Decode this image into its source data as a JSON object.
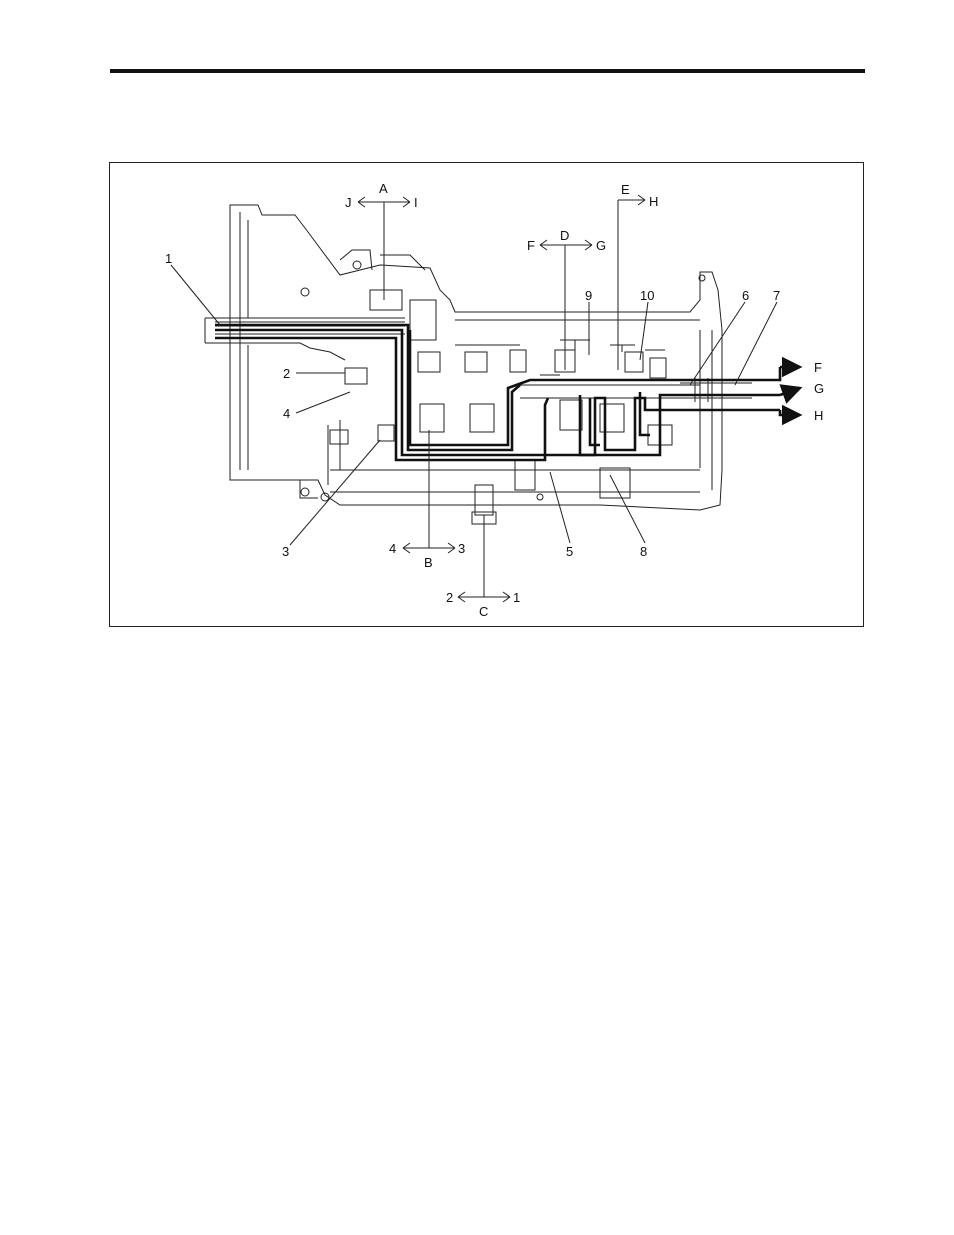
{
  "callouts": {
    "c1": "1",
    "c2": "2",
    "c3": "3",
    "c4": "4",
    "c5": "5",
    "c6": "6",
    "c7": "7",
    "c8": "8",
    "c9": "9",
    "c10": "10"
  },
  "selectors": {
    "A": {
      "name": "A",
      "left": "J",
      "right": "I"
    },
    "B": {
      "name": "B",
      "left": "4",
      "right": "3"
    },
    "C": {
      "name": "C",
      "left": "2",
      "right": "1"
    },
    "D": {
      "name": "D",
      "left": "F",
      "right": "G"
    },
    "E": {
      "name": "E",
      "right": "H"
    }
  },
  "outputs": {
    "F": "F",
    "G": "G",
    "H": "H"
  },
  "colors": {
    "line": "#111111",
    "path": "#111111",
    "background": "#ffffff"
  }
}
